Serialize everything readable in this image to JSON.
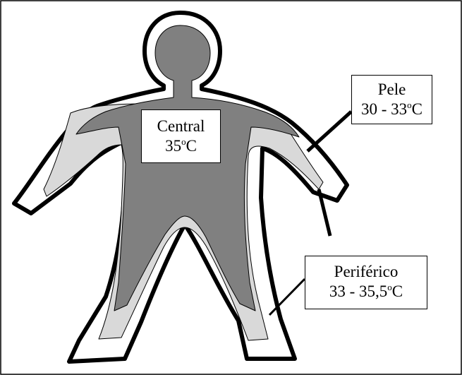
{
  "labels": {
    "central": {
      "name": "Central",
      "value": "35",
      "degree": "o",
      "unit": "C"
    },
    "pele": {
      "name": "Pele",
      "value": "30 - 33",
      "degree": "o",
      "unit": "C"
    },
    "periferico": {
      "name": "Periférico",
      "value": "33 - 35,5",
      "degree": "o",
      "unit": "C"
    }
  },
  "colors": {
    "outline": "#000000",
    "skin_layer": "#ffffff",
    "peripheral_layer": "#d9d9d9",
    "core_layer": "#808080",
    "background": "#ffffff"
  }
}
